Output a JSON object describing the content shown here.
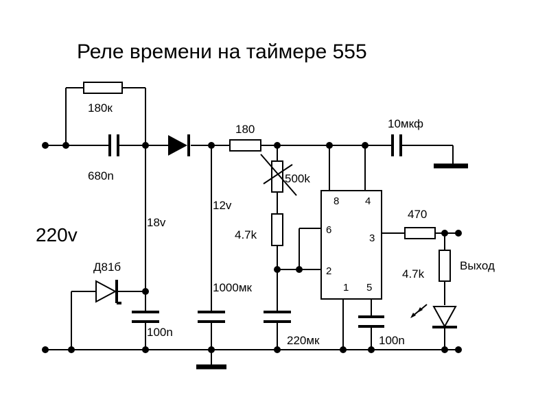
{
  "title": "Реле времени на таймере 555",
  "labels": {
    "r_top": "180к",
    "c_input": "680n",
    "mains": "220v",
    "v18": "18v",
    "zener": "Д81б",
    "c_zener": "100n",
    "v12": "12v",
    "c_filter": "1000мк",
    "r_series": "180",
    "pot": "500k",
    "r_timing": "4.7k",
    "c_timing": "220мк",
    "c_out": "10мкф",
    "c_pin5": "100n",
    "r_out": "470",
    "r_led": "4.7k",
    "output": "Выход"
  },
  "ic": {
    "pins": {
      "p8": "8",
      "p4": "4",
      "p6": "6",
      "p3": "3",
      "p2": "2",
      "p1": "1",
      "p5": "5"
    }
  }
}
